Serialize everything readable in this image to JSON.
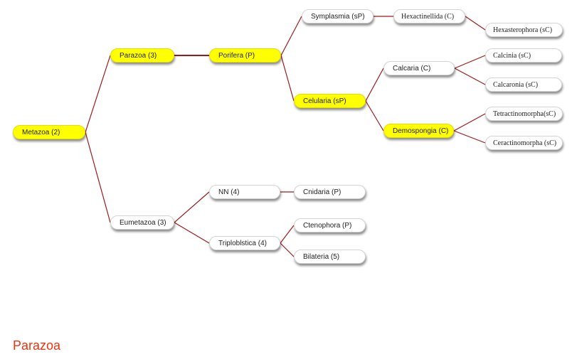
{
  "colors": {
    "edge": "#9e1a1a",
    "highlight": "#ffff00",
    "node": "#ffffff",
    "caption": "#ee3311"
  },
  "nodes": {
    "metazoa": "Metazoa (2)",
    "parazoa": "Parazoa (3)",
    "porifera": "Porifera (P)",
    "symplasmia": "Symplasmia (sP)",
    "hexactinellida": "Hexactinellida (C)",
    "hexasterophora": "Hexasterophora (sC)",
    "celularia": "Celularia (sP)",
    "calcaria": "Calcaria (C)",
    "calcinia": "Calcinia (sC)",
    "calcaronia": "Calcaronia (sC)",
    "demospongia": "Demospongia (C)",
    "tetractinomorpha": "Tetractinomorpha(sC)",
    "ceractinomorpha": "Ceractinomorpha (sC)",
    "eumetazoa": "Eumetazoa (3)",
    "nn": "NN (4)",
    "cnidaria": "Cnidaria (P)",
    "triploblstica": "Triploblstica (4)",
    "ctenophora": "Ctenophora (P)",
    "bilateria": "Bilateria (5)"
  },
  "highlighted": [
    "metazoa",
    "parazoa",
    "porifera",
    "celularia",
    "demospongia"
  ],
  "edges": [
    [
      "metazoa",
      "parazoa"
    ],
    [
      "metazoa",
      "eumetazoa"
    ],
    [
      "parazoa",
      "porifera"
    ],
    [
      "porifera",
      "symplasmia"
    ],
    [
      "porifera",
      "celularia"
    ],
    [
      "symplasmia",
      "hexactinellida"
    ],
    [
      "hexactinellida",
      "hexasterophora"
    ],
    [
      "celularia",
      "calcaria"
    ],
    [
      "celularia",
      "demospongia"
    ],
    [
      "calcaria",
      "calcinia"
    ],
    [
      "calcaria",
      "calcaronia"
    ],
    [
      "demospongia",
      "tetractinomorpha"
    ],
    [
      "demospongia",
      "ceractinomorpha"
    ],
    [
      "eumetazoa",
      "nn"
    ],
    [
      "eumetazoa",
      "triploblstica"
    ],
    [
      "nn",
      "cnidaria"
    ],
    [
      "triploblstica",
      "ctenophora"
    ],
    [
      "triploblstica",
      "bilateria"
    ]
  ],
  "caption": "Parazoa"
}
